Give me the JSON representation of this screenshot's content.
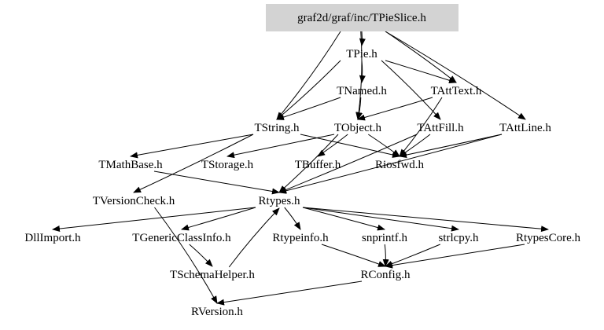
{
  "graph": {
    "root": "graf2d/graf/inc/TPieSlice.h",
    "root_fill": "#d3d3d3",
    "edge_color": "#000000",
    "nodes": [
      "graf2d/graf/inc/TPieSlice.h",
      "TPie.h",
      "TNamed.h",
      "TAttText.h",
      "TString.h",
      "TObject.h",
      "TAttFill.h",
      "TAttLine.h",
      "TMathBase.h",
      "TStorage.h",
      "TBuffer.h",
      "Riosfwd.h",
      "TVersionCheck.h",
      "Rtypes.h",
      "DllImport.h",
      "TGenericClassInfo.h",
      "Rtypeinfo.h",
      "snprintf.h",
      "strlcpy.h",
      "RtypesCore.h",
      "TSchemaHelper.h",
      "RConfig.h",
      "RVersion.h"
    ],
    "edges": [
      [
        "graf2d/graf/inc/TPieSlice.h",
        "TPie.h"
      ],
      [
        "graf2d/graf/inc/TPieSlice.h",
        "TString.h"
      ],
      [
        "graf2d/graf/inc/TPieSlice.h",
        "TAttText.h"
      ],
      [
        "graf2d/graf/inc/TPieSlice.h",
        "TAttLine.h"
      ],
      [
        "graf2d/graf/inc/TPieSlice.h",
        "TObject.h"
      ],
      [
        "TPie.h",
        "TNamed.h"
      ],
      [
        "TPie.h",
        "TAttText.h"
      ],
      [
        "TPie.h",
        "TString.h"
      ],
      [
        "TPie.h",
        "TAttFill.h"
      ],
      [
        "TNamed.h",
        "TString.h"
      ],
      [
        "TNamed.h",
        "TObject.h"
      ],
      [
        "TAttText.h",
        "TObject.h"
      ],
      [
        "TAttText.h",
        "Riosfwd.h"
      ],
      [
        "TString.h",
        "TMathBase.h"
      ],
      [
        "TString.h",
        "Riosfwd.h"
      ],
      [
        "TString.h",
        "TVersionCheck.h"
      ],
      [
        "TObject.h",
        "Riosfwd.h"
      ],
      [
        "TObject.h",
        "Rtypes.h"
      ],
      [
        "TObject.h",
        "TStorage.h"
      ],
      [
        "TObject.h",
        "TBuffer.h"
      ],
      [
        "TAttFill.h",
        "Riosfwd.h"
      ],
      [
        "TAttFill.h",
        "Rtypes.h"
      ],
      [
        "TAttLine.h",
        "Riosfwd.h"
      ],
      [
        "TAttLine.h",
        "Rtypes.h"
      ],
      [
        "TMathBase.h",
        "Rtypes.h"
      ],
      [
        "TVersionCheck.h",
        "RVersion.h"
      ],
      [
        "Rtypes.h",
        "DllImport.h"
      ],
      [
        "Rtypes.h",
        "TGenericClassInfo.h"
      ],
      [
        "Rtypes.h",
        "Rtypeinfo.h"
      ],
      [
        "Rtypes.h",
        "snprintf.h"
      ],
      [
        "Rtypes.h",
        "strlcpy.h"
      ],
      [
        "Rtypes.h",
        "RtypesCore.h"
      ],
      [
        "TSchemaHelper.h",
        "Rtypes.h"
      ],
      [
        "TGenericClassInfo.h",
        "TSchemaHelper.h"
      ],
      [
        "Rtypeinfo.h",
        "RConfig.h"
      ],
      [
        "snprintf.h",
        "RConfig.h"
      ],
      [
        "strlcpy.h",
        "RConfig.h"
      ],
      [
        "RtypesCore.h",
        "RConfig.h"
      ],
      [
        "RConfig.h",
        "RVersion.h"
      ]
    ]
  }
}
